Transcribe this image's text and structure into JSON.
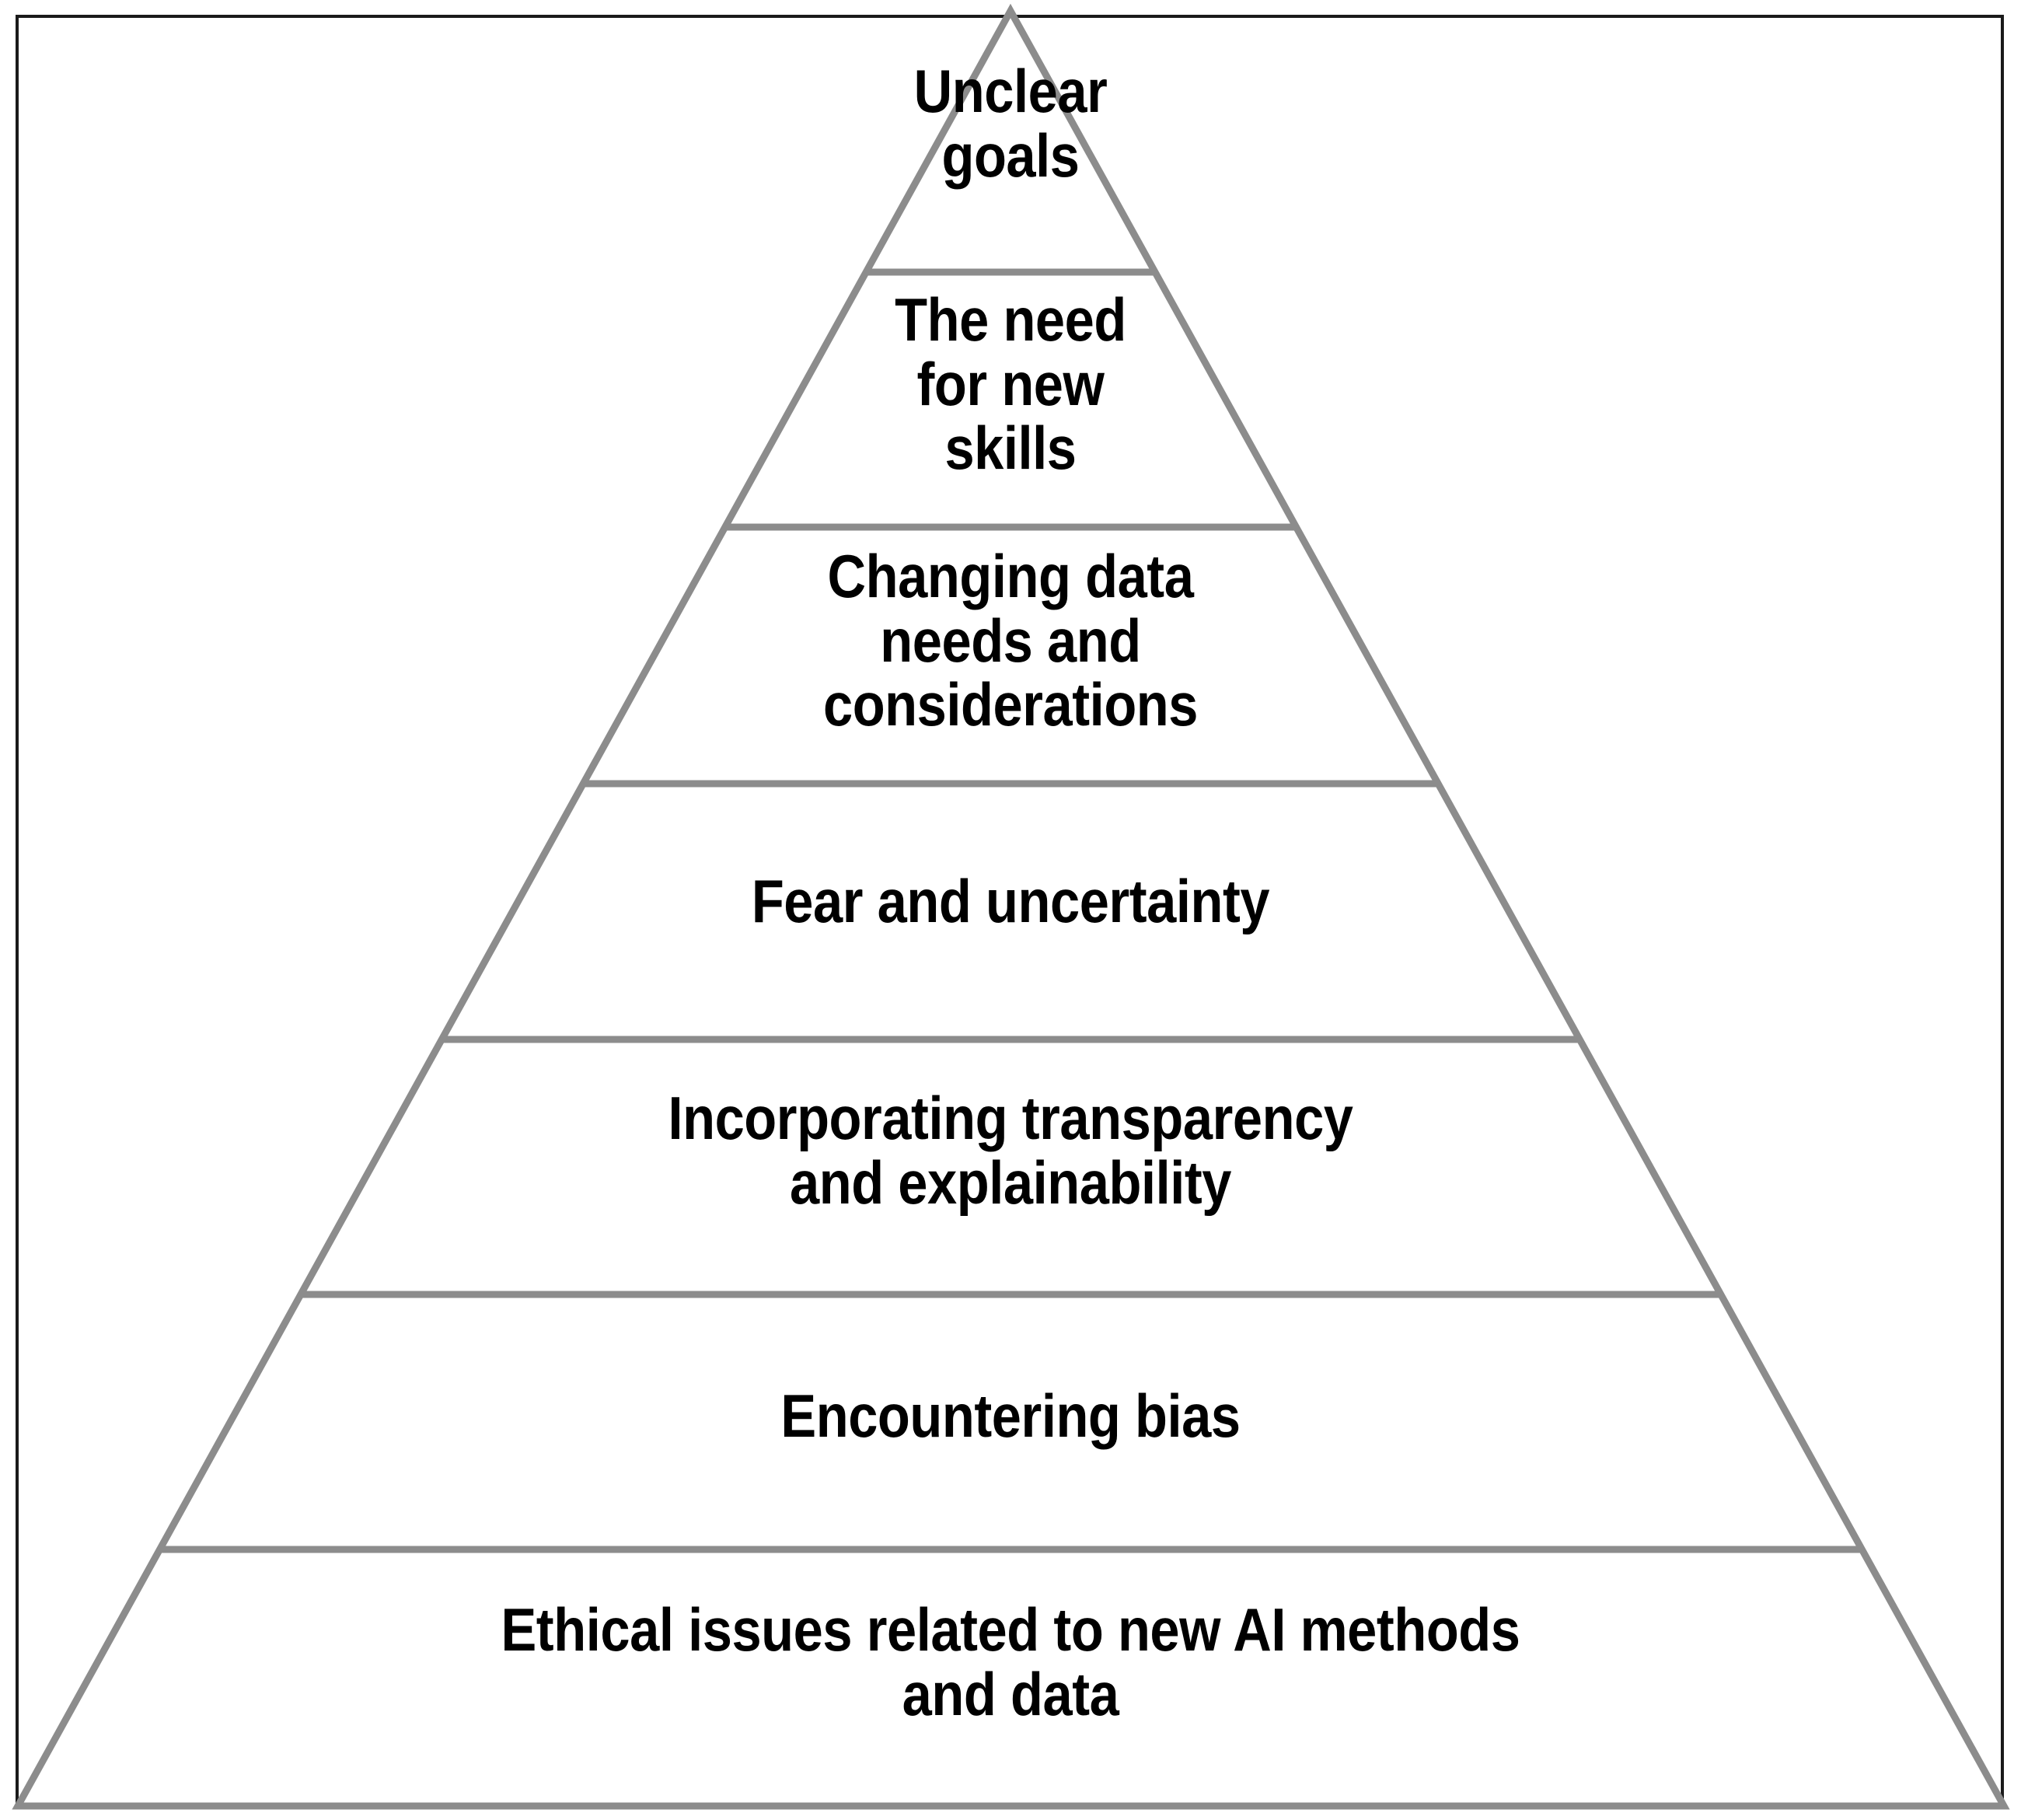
{
  "diagram": {
    "type": "pyramid",
    "title": "",
    "orientation": "apex-top",
    "tier_count": 7,
    "colors": {
      "outline": "#8c8c8c",
      "frame": "#1a1a1a",
      "text": "#000000",
      "background": "#ffffff"
    },
    "tiers": [
      {
        "index": 1,
        "position": "top",
        "label": "Unclear\ngoals",
        "name": "unclear-goals"
      },
      {
        "index": 2,
        "position": "second",
        "label": "The need\nfor new\nskills",
        "name": "need-for-new-skills"
      },
      {
        "index": 3,
        "position": "third",
        "label": "Changing data\nneeds and\nconsiderations",
        "name": "changing-data-needs-and-considerations"
      },
      {
        "index": 4,
        "position": "fourth",
        "label": "Fear and uncertainty",
        "name": "fear-and-uncertainty"
      },
      {
        "index": 5,
        "position": "fifth",
        "label": "Incorporating transparency\nand explainability",
        "name": "incorporating-transparency-and-explainability"
      },
      {
        "index": 6,
        "position": "sixth",
        "label": "Encountering bias",
        "name": "encountering-bias"
      },
      {
        "index": 7,
        "position": "bottom",
        "label": "Ethical issues related to new AI methods\nand data",
        "name": "ethical-issues-related-to-new-ai-methods-and-data"
      }
    ]
  }
}
